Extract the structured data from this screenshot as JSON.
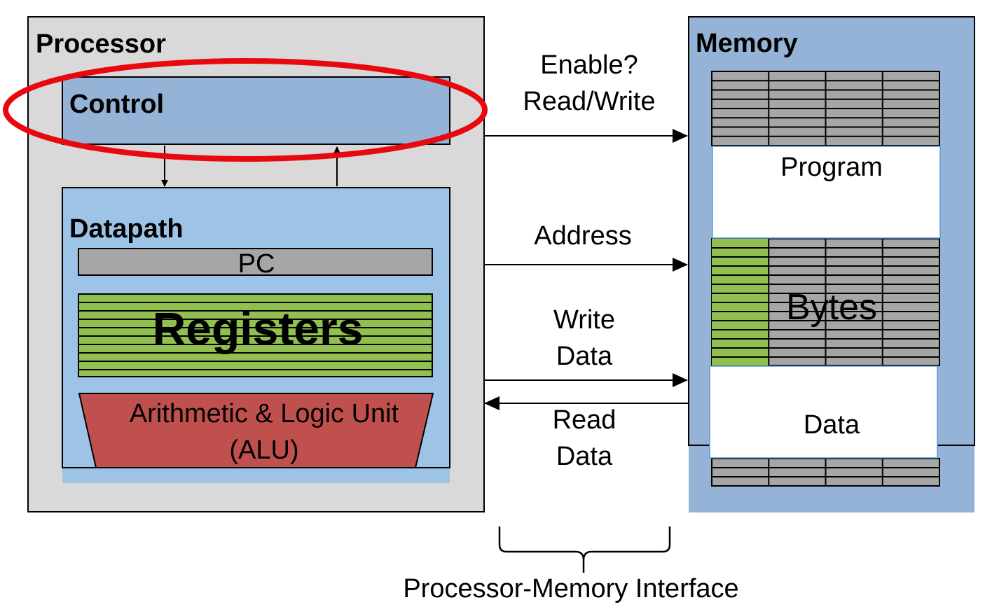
{
  "processor": {
    "title": "Processor",
    "control_label": "Control",
    "datapath_label": "Datapath",
    "pc_label": "PC",
    "registers_label": "Registers",
    "alu_line1": "Arithmetic & Logic Unit",
    "alu_line2": "(ALU)"
  },
  "memory": {
    "title": "Memory",
    "program_label": "Program",
    "bytes_label": "Bytes",
    "data_label": "Data"
  },
  "signals": {
    "enable_line1": "Enable?",
    "enable_line2": "Read/Write",
    "address": "Address",
    "write_line1": "Write",
    "write_line2": "Data",
    "read_line1": "Read",
    "read_line2": "Data"
  },
  "interface_label": "Processor-Memory Interface",
  "colors": {
    "processor_bg": "#d9d9d9",
    "control_bg": "#95b3d7",
    "datapath_bg": "#9dc3e6",
    "pc_bg": "#a6a6a6",
    "registers_bg": "#92c050",
    "alu_bg": "#c0504d",
    "memory_bg": "#95b3d7",
    "memory_cell": "#a6a6a6",
    "highlight": "#e8090f"
  }
}
